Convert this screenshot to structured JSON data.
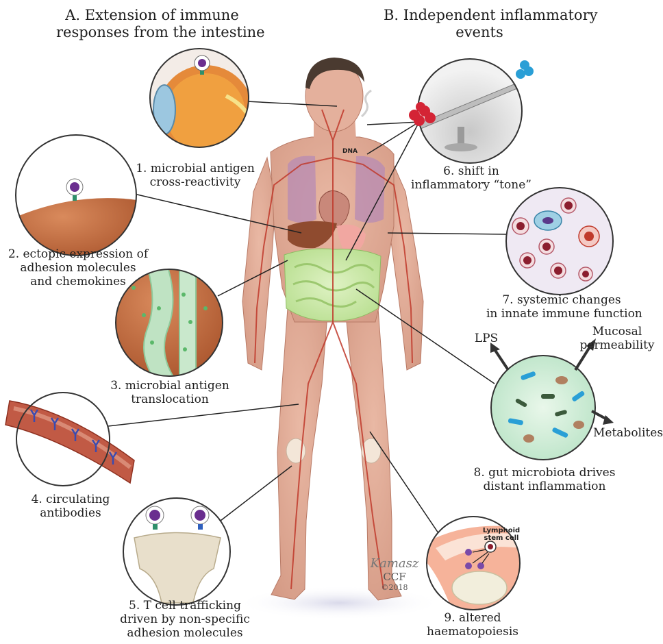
{
  "headers": {
    "a": [
      "A. Extension of immune",
      "responses from the intestine"
    ],
    "b": [
      "B. Independent inflammatory",
      "events"
    ]
  },
  "labels": {
    "l1": [
      "1. microbial antigen",
      "cross-reactivity"
    ],
    "l2": [
      "2. ectopic expression of",
      "adhesion molecules",
      "and chemokines"
    ],
    "l3": [
      "3. microbial antigen",
      "translocation"
    ],
    "l4": [
      "4. circulating",
      "antibodies"
    ],
    "l5": [
      "5. T cell trafficking",
      "driven by non-specific",
      "adhesion molecules"
    ],
    "l6": [
      "6. shift in",
      "inflammatory “tone”"
    ],
    "l7": [
      "7. systemic changes",
      "in innate immune function"
    ],
    "l8": [
      "8. gut microbiota drives",
      "distant inflammation"
    ],
    "l9": [
      "9. altered",
      "haematopoiesis"
    ]
  },
  "arrows": {
    "lps": "LPS",
    "mucosal": [
      "Mucosal",
      "permeability"
    ],
    "metabolites": "Metabolites"
  },
  "inset": {
    "dna": "DNA",
    "stem": [
      "Lymphoid",
      "stem cell"
    ]
  },
  "signature": {
    "name": "Kamasz",
    "org": "CCF",
    "year": "©2018"
  }
}
